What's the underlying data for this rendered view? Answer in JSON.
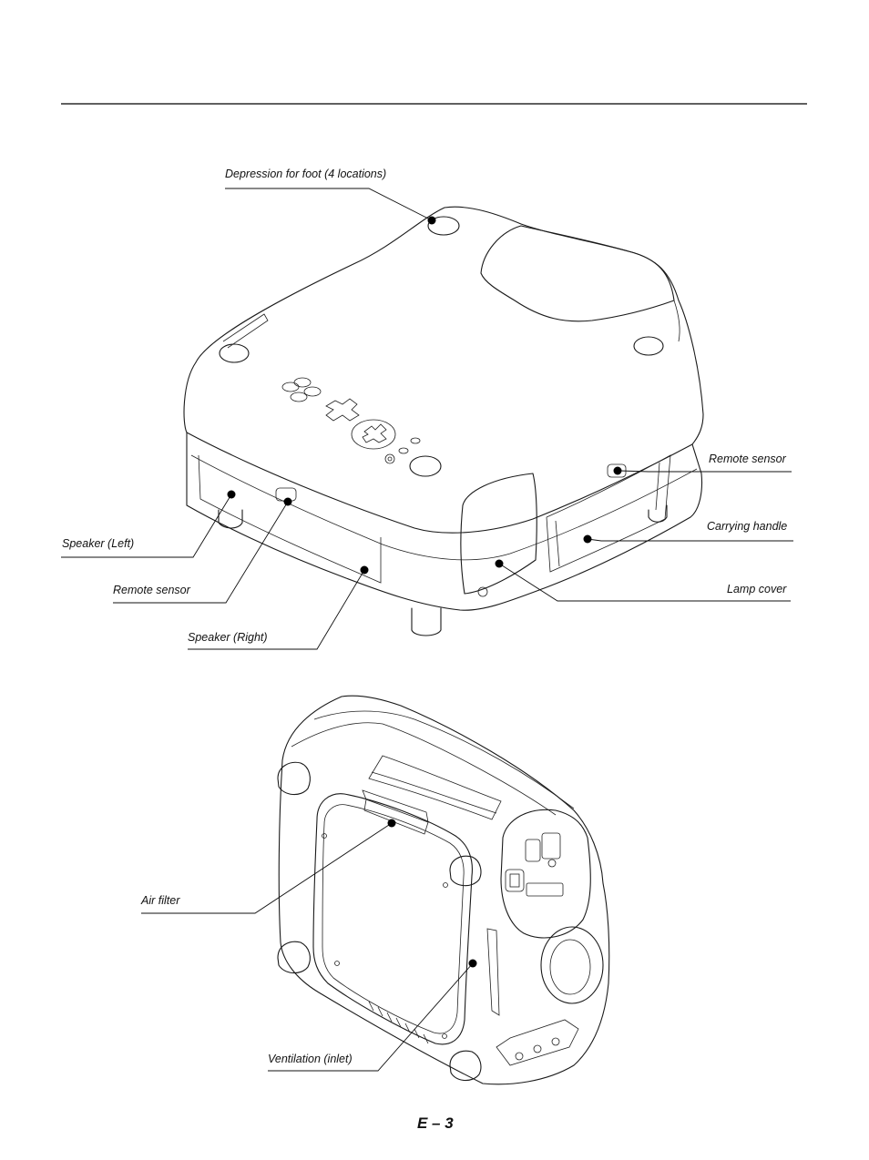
{
  "labels": {
    "foot_depression": "Depression for foot (4 locations)",
    "remote_sensor_top": "Remote sensor",
    "carrying_handle": "Carrying handle",
    "lamp_cover": "Lamp cover",
    "speaker_left": "Speaker (Left)",
    "remote_sensor_front": "Remote sensor",
    "speaker_right": "Speaker (Right)",
    "air_filter": "Air filter",
    "ventilation_inlet": "Ventilation (inlet)"
  },
  "page_number": "E – 3"
}
